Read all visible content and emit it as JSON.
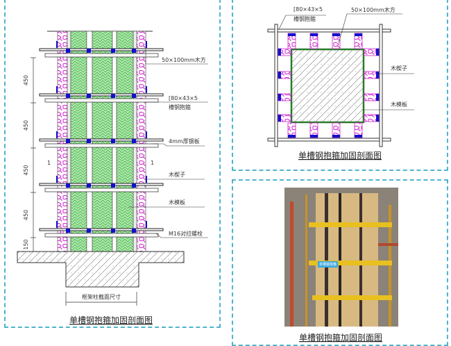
{
  "left_panel": {
    "labels": {
      "timber": "50×100mm木方",
      "channel_size": "[80×43×5",
      "channel_name": "槽钢抱箍",
      "steel_plate": "4mm厚钢板",
      "wedge": "木楔子",
      "formwork": "木模板",
      "bolt": "M16对拉螺栓",
      "section_size": "框架柱截面尺寸",
      "section_mark": "1"
    },
    "dimensions": [
      "450",
      "450",
      "450",
      "450",
      "150"
    ],
    "caption": "单槽钢抱箍加固剖面图"
  },
  "right_top_panel": {
    "labels": {
      "channel_size": "[80×43×5",
      "channel_name": "槽钢抱箍",
      "timber": "50×100mm木方",
      "wedge": "木楔子",
      "formwork": "木模板"
    },
    "caption": "单槽钢抱箍加固剖面图"
  },
  "right_bottom_panel": {
    "photo_tag": "单槽钢抱箍",
    "caption": "单槽钢抱箍加固剖面图"
  },
  "colors": {
    "border": "#4fb3cf",
    "green": "#9be39b",
    "pink": "#e040e0",
    "blue": "#1010d0"
  }
}
